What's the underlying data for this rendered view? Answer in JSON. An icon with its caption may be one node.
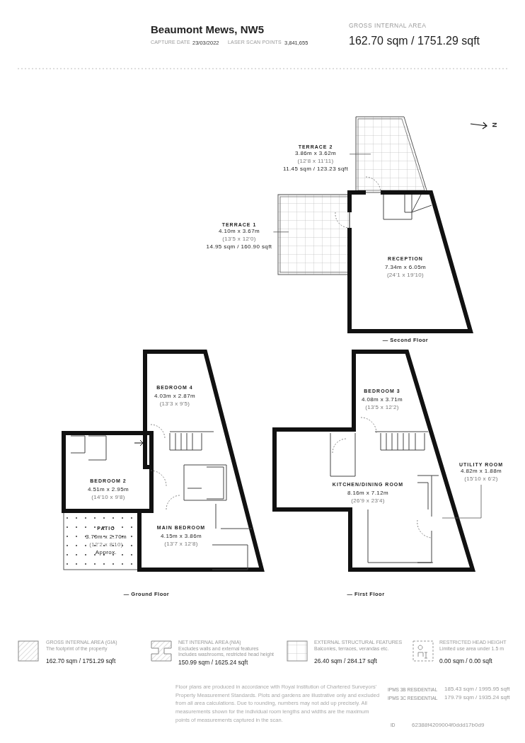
{
  "diagram": {
    "nodes": [
      {
        "text": [
          "TERRACE 2",
          "3.86m x 3.62m",
          "(12'8 x 11'11)",
          "11.45 sqm / 123.23 sqft"
        ]
      },
      {
        "text": [
          "TERRACE 1",
          "4.10m x 3.67m",
          "(13'5 x 12'0)",
          "14.95 sqm / 160.90 sqft"
        ]
      },
      {
        "text": [
          "UTILITY ROOM",
          "4.82m x 1.88m",
          "(15'10 x 6'2)"
        ]
      },
      {
        "text": [],
        "shape": "box"
      },
      {
        "text": [],
        "shape": "box"
      }
    ],
    "edges": [
      {
        "from": 0,
        "to": 3,
        "arrow": "none"
      },
      {
        "from": 1,
        "to": 4,
        "arrow": "none"
      },
      {
        "from": 2,
        "to": null,
        "arrow": "none"
      }
    ],
    "labels": [
      "Beaumont Mews, NW5",
      "CAPTURE DATE",
      "23/03/2022",
      "LASER SCAN POINTS",
      "3,841,655",
      "GROSS INTERNAL AREA",
      "162.70 sqm / 1751.29 sqft",
      "N",
      "RECEPTION",
      "7.34m x 6.05m",
      "(24'1 x 19'10)",
      "— Second Floor",
      "BEDROOM 4",
      "4.03m x 2.87m",
      "(13'3 x 9'5)",
      "BEDROOM 2",
      "4.51m x 2.95m",
      "(14'10 x 9'8)",
      "PATIO",
      "3.70m x 2.70m",
      "(12'2 x 8'10)",
      "Approx.",
      "MAIN BEDROOM",
      "4.15m x 3.86m",
      "(13'7 x 12'8)",
      "— Ground Floor",
      "BEDROOM 3",
      "4.08m x 3.71m",
      "(13'5 x 12'2)",
      "KITCHEN/DINING ROOM",
      "8.16m x 7.12m",
      "(26'9 x 23'4)",
      "— First Floor",
      "GROSS INTERNAL AREA (GIA)",
      "The footprint of the property",
      "162.70 sqm / 1751.29 sqft",
      "NET INTERNAL AREA (NIA)",
      "Excludes walls and external features",
      "Includes washrooms, restricted head height",
      "150.99 sqm / 1625.24 sqft",
      "EXTERNAL STRUCTURAL FEATURES",
      "Balconies, terraces, verandas etc.",
      "26.40 sqm / 284.17 sqft",
      "RESTRICTED HEAD HEIGHT",
      "Limited use area under 1.5 m",
      "0.00 sqm / 0.00 sqft",
      "Floor plans are produced in accordance with Royal Institution of Chartered Surveyors' Property Measurement Standards. Plots and gardens are illustrative only and excluded from all area calculations. Due to rounding, numbers may not add up precisely. All measurements shown for the individual room lengths and widths are the maximum points of measurements captured in the scan.",
      "IPMS 3B RESIDENTIAL",
      "185.43 sqm / 1995.95 sqft",
      "IPMS 3C RESIDENTIAL",
      "179.79 sqm / 1935.24 sqft",
      "ID",
      "62388f4209004f0ddd17b0d9"
    ]
  }
}
